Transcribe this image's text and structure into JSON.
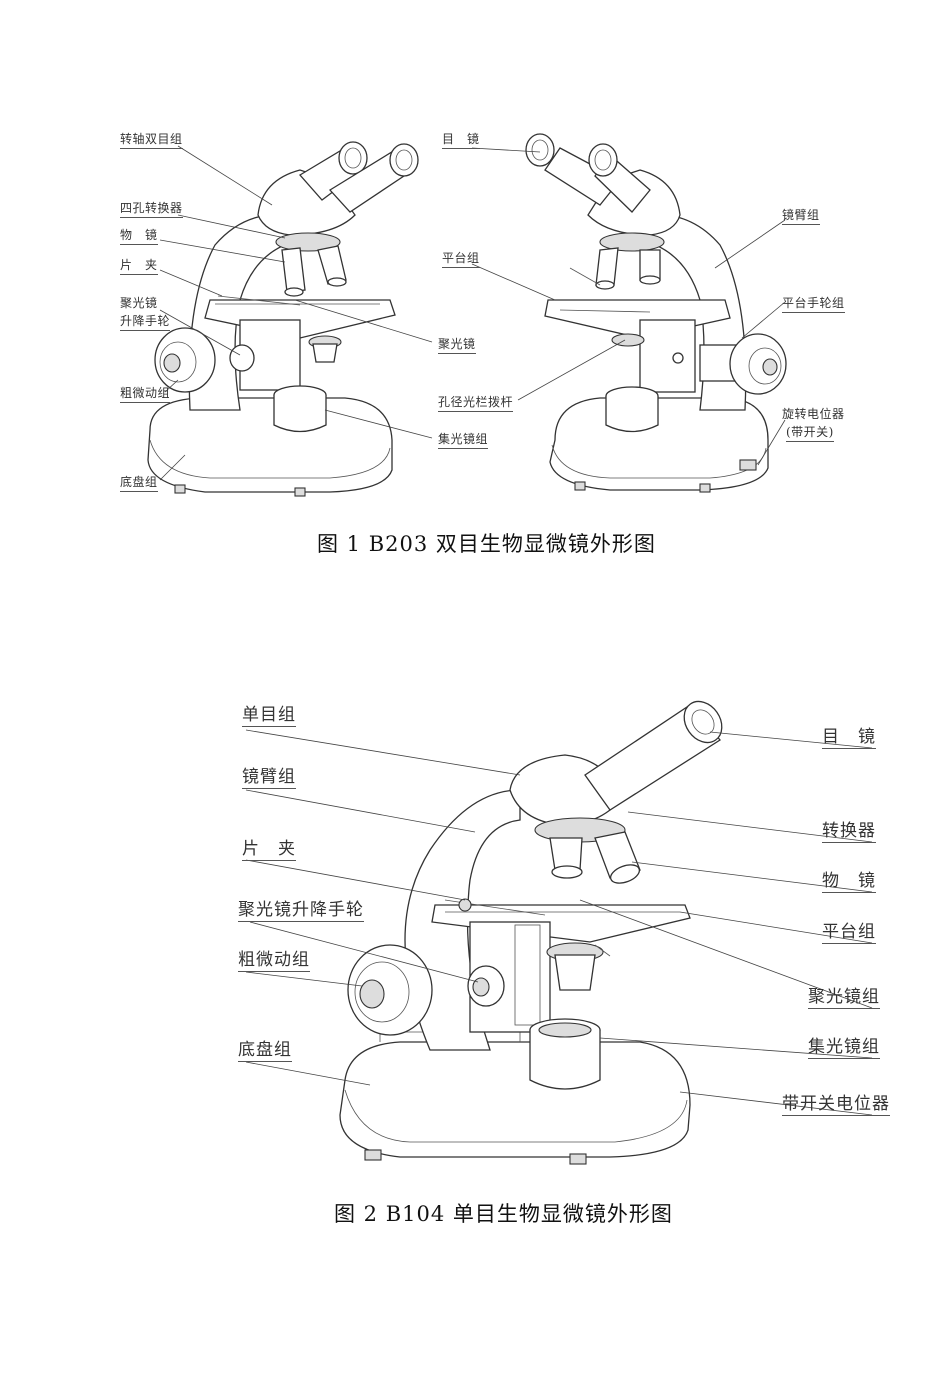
{
  "figure1": {
    "caption": "图 1  B203 双目生物显微镜外形图",
    "labels": {
      "binocular_head": "转轴双目组",
      "nosepiece": "四孔转换器",
      "objective": "物　镜",
      "slide_clip": "片　夹",
      "condenser_knob_line1": "聚光镜",
      "condenser_knob_line2": "升降手轮",
      "focus_knob": "粗微动组",
      "base": "底盘组",
      "eyepiece": "目　镜",
      "stage": "平台组",
      "condenser": "聚光镜",
      "aperture_lever": "孔径光栏拨杆",
      "collector": "集光镜组",
      "arm": "镜臂组",
      "stage_knob": "平台手轮组",
      "potentiometer_line1": "旋转电位器",
      "potentiometer_line2": "(带开关)"
    }
  },
  "figure2": {
    "caption": "图 2  B104 单目生物显微镜外形图",
    "labels": {
      "mono_head": "单目组",
      "arm": "镜臂组",
      "slide_clip": "片　夹",
      "condenser_knob": "聚光镜升降手轮",
      "focus_knob": "粗微动组",
      "base": "底盘组",
      "eyepiece": "目　镜",
      "nosepiece": "转换器",
      "objective": "物　镜",
      "stage": "平台组",
      "condenser": "聚光镜组",
      "collector": "集光镜组",
      "potentiometer": "带开关电位器"
    }
  }
}
